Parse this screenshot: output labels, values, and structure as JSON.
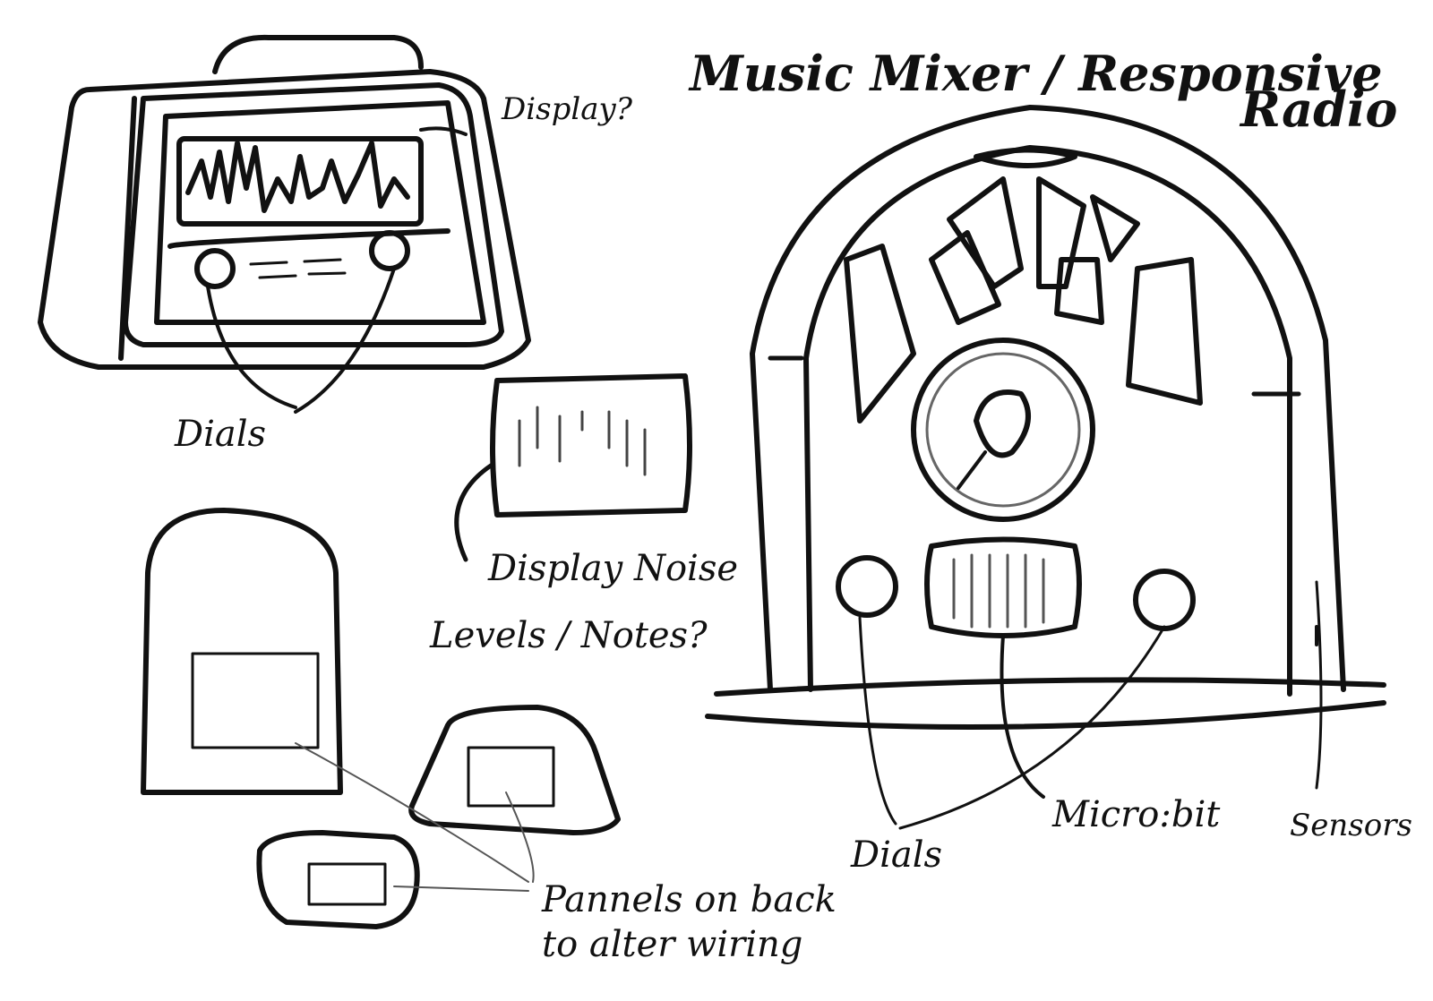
{
  "title": {
    "line1": "Music Mixer / Responsive",
    "line2": "Radio"
  },
  "annotations": {
    "display_q": "Display?",
    "dials_top": "Dials",
    "display_noise_line1": "Display Noise",
    "display_noise_line2": "Levels / Notes?",
    "panels_line1": "Pannels on back",
    "panels_line2": "to alter wiring",
    "dials_bottom": "Dials",
    "microbit": "Micro:bit",
    "sensors": "Sensors"
  },
  "sketches": [
    {
      "id": "portable-radio",
      "label": "Portable radio with display and dials"
    },
    {
      "id": "cathedral-radio",
      "label": "Cathedral style radio with speaker grille"
    },
    {
      "id": "noise-display",
      "label": "Noise level display panel"
    },
    {
      "id": "back-panel-arch",
      "label": "Arched back with panel"
    },
    {
      "id": "back-panel-trapezoid",
      "label": "Trapezoid back with panel"
    },
    {
      "id": "back-panel-round",
      "label": "Rounded back with panel"
    }
  ],
  "colors": {
    "ink": "#111111",
    "paper": "#ffffff",
    "pencil": "#888888"
  }
}
